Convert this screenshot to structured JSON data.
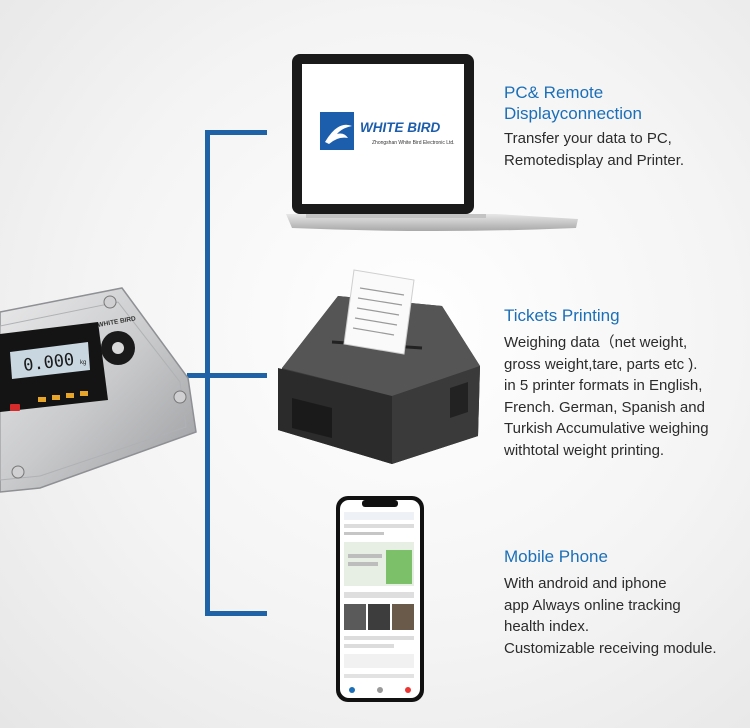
{
  "sections": [
    {
      "title_lines": [
        "PC& Remote",
        "Displayconnection"
      ],
      "body_lines": [
        "Transfer your data to PC,",
        "Remotedisplay and Printer."
      ]
    },
    {
      "title_lines": [
        "Tickets Printing"
      ],
      "body_lines": [
        "Weighing data（net weight,",
        "gross weight,tare, parts etc ).",
        "in 5 printer formats in English,",
        "French. German, Spanish and",
        "Turkish Accumulative weighing",
        "withtotal weight printing."
      ]
    },
    {
      "title_lines": [
        "Mobile Phone"
      ],
      "body_lines": [
        "With android and iphone",
        "app Always online tracking",
        "health index.",
        "Customizable receiving module."
      ]
    }
  ],
  "laptop_screen": {
    "brand": "WHITE BIRD",
    "subtitle": "Zhongshan White Bird Electronic Ltd."
  },
  "indicator": {
    "brand": "WHITE BIRD",
    "reading": "0.000",
    "unit": "kg"
  },
  "colors": {
    "accent": "#1b6fb8",
    "connector": "#1f63a6"
  }
}
